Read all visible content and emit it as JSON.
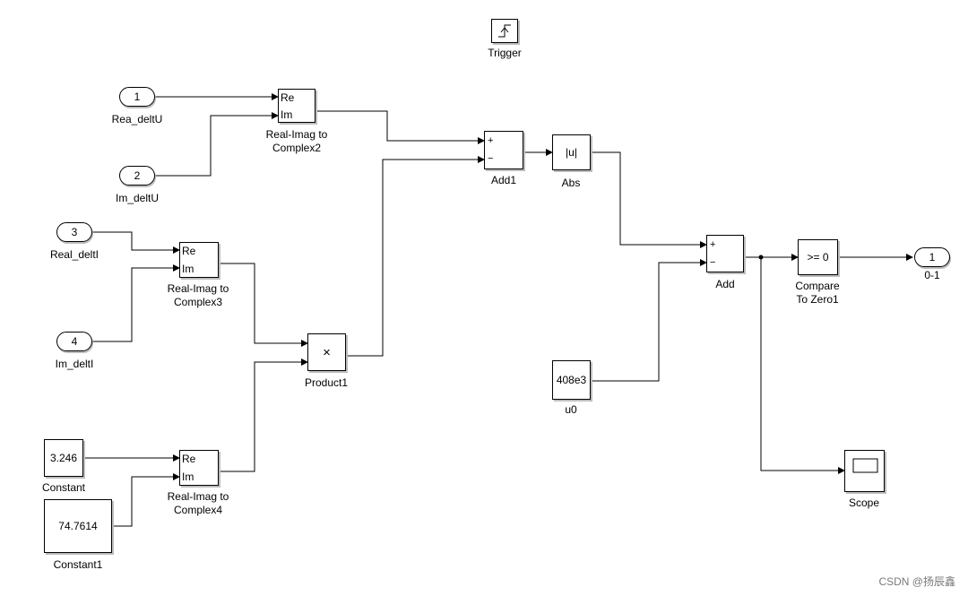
{
  "blocks": {
    "trigger": {
      "label": "Trigger"
    },
    "in1": {
      "port": "1",
      "label": "Rea_deltU"
    },
    "in2": {
      "port": "2",
      "label": "Im_deltU"
    },
    "in3": {
      "port": "3",
      "label": "Real_deltI"
    },
    "in4": {
      "port": "4",
      "label": "Im_deltI"
    },
    "ri2c2": {
      "re": "Re",
      "im": "Im",
      "label_line1": "Real-Imag to",
      "label_line2": "Complex2"
    },
    "ri2c3": {
      "re": "Re",
      "im": "Im",
      "label_line1": "Real-Imag to",
      "label_line2": "Complex3"
    },
    "ri2c4": {
      "re": "Re",
      "im": "Im",
      "label_line1": "Real-Imag to",
      "label_line2": "Complex4"
    },
    "constant": {
      "value": "3.246",
      "label": "Constant"
    },
    "constant1": {
      "value": "74.7614",
      "label": "Constant1"
    },
    "product1": {
      "symbol": "×",
      "label": "Product1"
    },
    "add1": {
      "plus": "+",
      "minus": "−",
      "label": "Add1"
    },
    "abs": {
      "value": "|u|",
      "label": "Abs"
    },
    "add": {
      "plus": "+",
      "minus": "−",
      "label": "Add"
    },
    "u0": {
      "value": "408e3",
      "label": "u0"
    },
    "compare": {
      "value": ">= 0",
      "label_line1": "Compare",
      "label_line2": "To Zero1"
    },
    "out1": {
      "port": "1",
      "label": "0-1"
    },
    "scope": {
      "label": "Scope"
    }
  },
  "watermark": "CSDN @扬辰鑫"
}
